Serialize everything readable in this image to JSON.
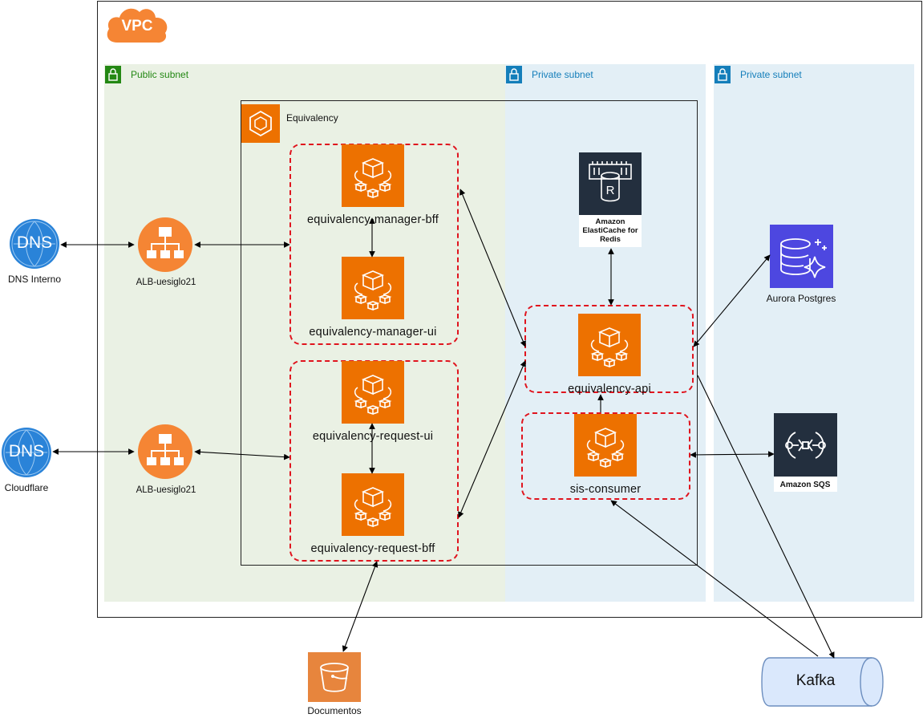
{
  "vpc": {
    "label": "VPC"
  },
  "subnets": {
    "public": "Public subnet",
    "private_a": "Private subnet",
    "private_b": "Private subnet"
  },
  "cluster": {
    "label": "Equivalency"
  },
  "services": {
    "manager_bff": "equivalency-manager-bff",
    "manager_ui": "equivalency-manager-ui",
    "request_ui": "equivalency-request-ui",
    "request_bff": "equivalency-request-bff",
    "api": "equivalency-api",
    "consumer": "sis-consumer"
  },
  "external": {
    "dns_internal": {
      "icon": "DNS",
      "label": "DNS Interno"
    },
    "dns_cloudflare": {
      "icon": "DNS",
      "label": "Cloudflare"
    },
    "alb_top": "ALB-uesiglo21",
    "alb_bottom": "ALB-uesiglo21",
    "redis": {
      "line1": "Amazon",
      "line2": "ElastiCache for",
      "line3": "Redis"
    },
    "aurora": "Aurora Postgres",
    "sqs": "Amazon SQS",
    "s3": "Documentos",
    "kafka": "Kafka"
  },
  "colors": {
    "public_subnet_bg": "#eaf1e4",
    "private_subnet_bg": "#e3eff6",
    "public_green": "#248814",
    "private_blue": "#147eba",
    "ecs_orange": "#ed7100",
    "dashed_red": "#e0141e",
    "alb_orange": "#f58534",
    "dns_blue": "#2a83d8",
    "aurora_purple": "#4d47e0",
    "dark_icon": "#232f3e",
    "s3_orange": "#e7853d",
    "kafka_fill": "#dae8fc",
    "kafka_stroke": "#6c8ebf"
  }
}
